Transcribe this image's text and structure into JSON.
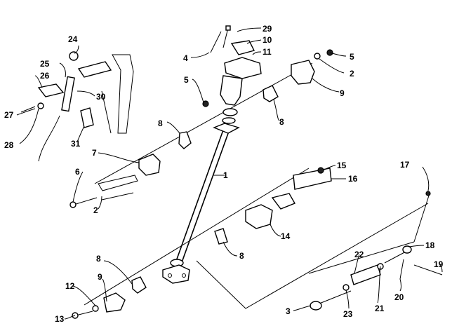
{
  "callouts": [
    {
      "id": "c1",
      "text": "1"
    },
    {
      "id": "c2a",
      "text": "2"
    },
    {
      "id": "c2b",
      "text": "2"
    },
    {
      "id": "c3",
      "text": "3"
    },
    {
      "id": "c4",
      "text": "4"
    },
    {
      "id": "c5a",
      "text": "5"
    },
    {
      "id": "c5b",
      "text": "5"
    },
    {
      "id": "c6",
      "text": "6"
    },
    {
      "id": "c7",
      "text": "7"
    },
    {
      "id": "c8a",
      "text": "8"
    },
    {
      "id": "c8b",
      "text": "8"
    },
    {
      "id": "c8c",
      "text": "8"
    },
    {
      "id": "c8d",
      "text": "8"
    },
    {
      "id": "c9a",
      "text": "9"
    },
    {
      "id": "c9b",
      "text": "9"
    },
    {
      "id": "c10",
      "text": "10"
    },
    {
      "id": "c11",
      "text": "11"
    },
    {
      "id": "c12",
      "text": "12"
    },
    {
      "id": "c13",
      "text": "13"
    },
    {
      "id": "c14",
      "text": "14"
    },
    {
      "id": "c15",
      "text": "15"
    },
    {
      "id": "c16",
      "text": "16"
    },
    {
      "id": "c17",
      "text": "17"
    },
    {
      "id": "c18",
      "text": "18"
    },
    {
      "id": "c19",
      "text": "19"
    },
    {
      "id": "c20",
      "text": "20"
    },
    {
      "id": "c21",
      "text": "21"
    },
    {
      "id": "c22",
      "text": "22"
    },
    {
      "id": "c23",
      "text": "23"
    },
    {
      "id": "c24",
      "text": "24"
    },
    {
      "id": "c25",
      "text": "25"
    },
    {
      "id": "c26",
      "text": "26"
    },
    {
      "id": "c27",
      "text": "27"
    },
    {
      "id": "c28",
      "text": "28"
    },
    {
      "id": "c29",
      "text": "29"
    },
    {
      "id": "c30",
      "text": "30"
    },
    {
      "id": "c31",
      "text": "31"
    }
  ]
}
